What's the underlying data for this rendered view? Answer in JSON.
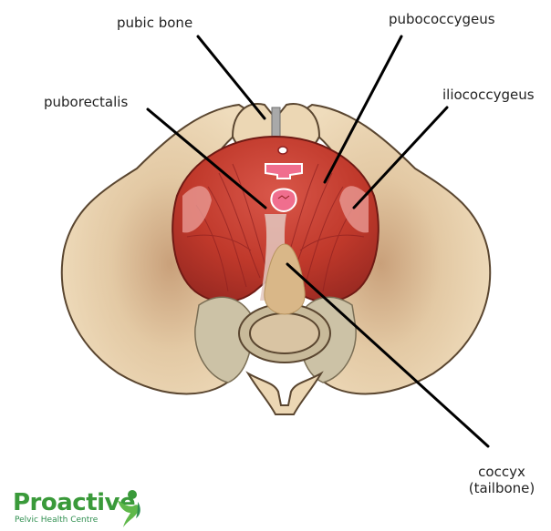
{
  "labels": {
    "pubic_bone": "pubic bone",
    "pubococcygeus": "pubococcygeus",
    "puborectalis": "puborectalis",
    "iliococcygeus": "iliococcygeus",
    "coccyx_line1": "coccyx",
    "coccyx_line2": "(tailbone)"
  },
  "logo": {
    "wordmark": "Proactive",
    "subtitle": "Pelvic Health Centre"
  },
  "colors": {
    "bone": "#e8d4b0",
    "bone_shade": "#c9a97f",
    "bone_outline": "#5a4630",
    "muscle": "#c0392b",
    "muscle_dark": "#8e2020",
    "muscle_light": "#e07a70",
    "opening": "#f06e8e",
    "coccyx": "#d9b788",
    "sacrum": "#ccc2a6",
    "leader_line": "#000000",
    "logo_green": "#3a9a3a"
  }
}
